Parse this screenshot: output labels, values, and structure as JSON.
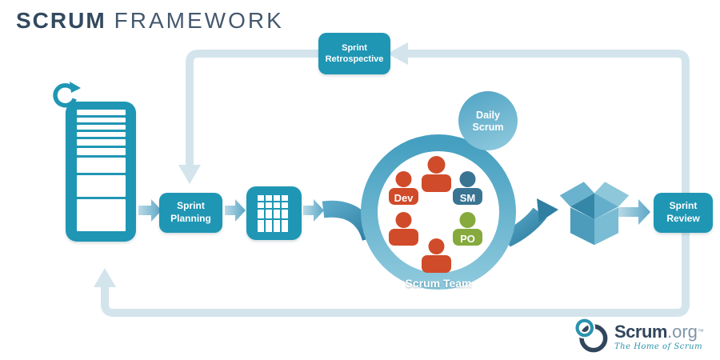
{
  "title": {
    "primary": "SCRUM",
    "secondary": "FRAMEWORK"
  },
  "nodes": {
    "sprint_planning": {
      "line1": "Sprint",
      "line2": "Planning"
    },
    "sprint_retrospective": {
      "line1": "Sprint",
      "line2": "Retrospective"
    },
    "sprint_review": {
      "line1": "Sprint",
      "line2": "Review"
    },
    "daily_scrum": {
      "line1": "Daily",
      "line2": "Scrum"
    },
    "scrum_team": {
      "label": "Scrum Team"
    }
  },
  "roles": {
    "dev": {
      "label": "Dev",
      "color": "#d04b2a"
    },
    "sm": {
      "label": "SM",
      "color": "#3a7493"
    },
    "po": {
      "label": "PO",
      "color": "#86aa3e"
    }
  },
  "icons": {
    "product_backlog": "product-backlog-icon",
    "refresh": "refresh-icon",
    "sprint_backlog": "sprint-backlog-grid-icon",
    "increment": "increment-box-icon",
    "scrum_org_mark": "scrum-org-logo-icon"
  },
  "logo": {
    "brand": "Scrum",
    "suffix": ".org",
    "trademark": "™",
    "tagline": "The Home of Scrum"
  },
  "colors": {
    "teal_primary": "#1f96b4",
    "pale_arrow": "#d3e4ec",
    "title_navy": "#32495f",
    "title_slate": "#44596e",
    "role_red": "#d04b2a",
    "role_blue": "#3a7493",
    "role_green": "#86aa3e",
    "ring_top": "#459fc0",
    "ring_bottom": "#8cc8dc",
    "logo_navy": "#31465c",
    "logo_teal": "#2a93ae"
  }
}
